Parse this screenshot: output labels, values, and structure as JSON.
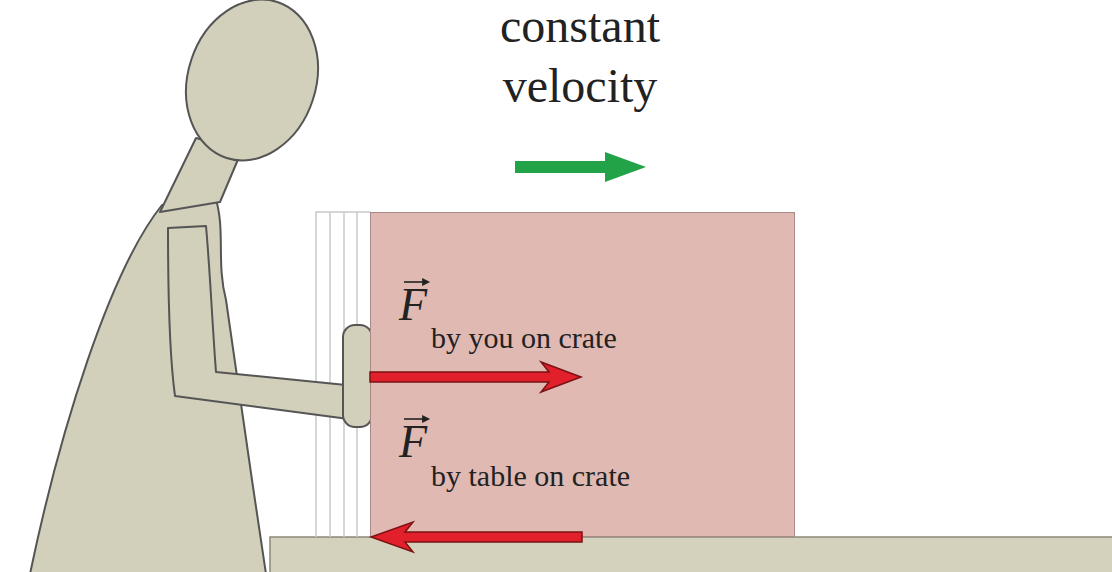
{
  "diagram": {
    "nodes": [
      {
        "text": [
          "F",
          "by you on crate",
          "F",
          "by table on crate"
        ]
      }
    ],
    "labels": [
      "constant velocity"
    ]
  }
}
